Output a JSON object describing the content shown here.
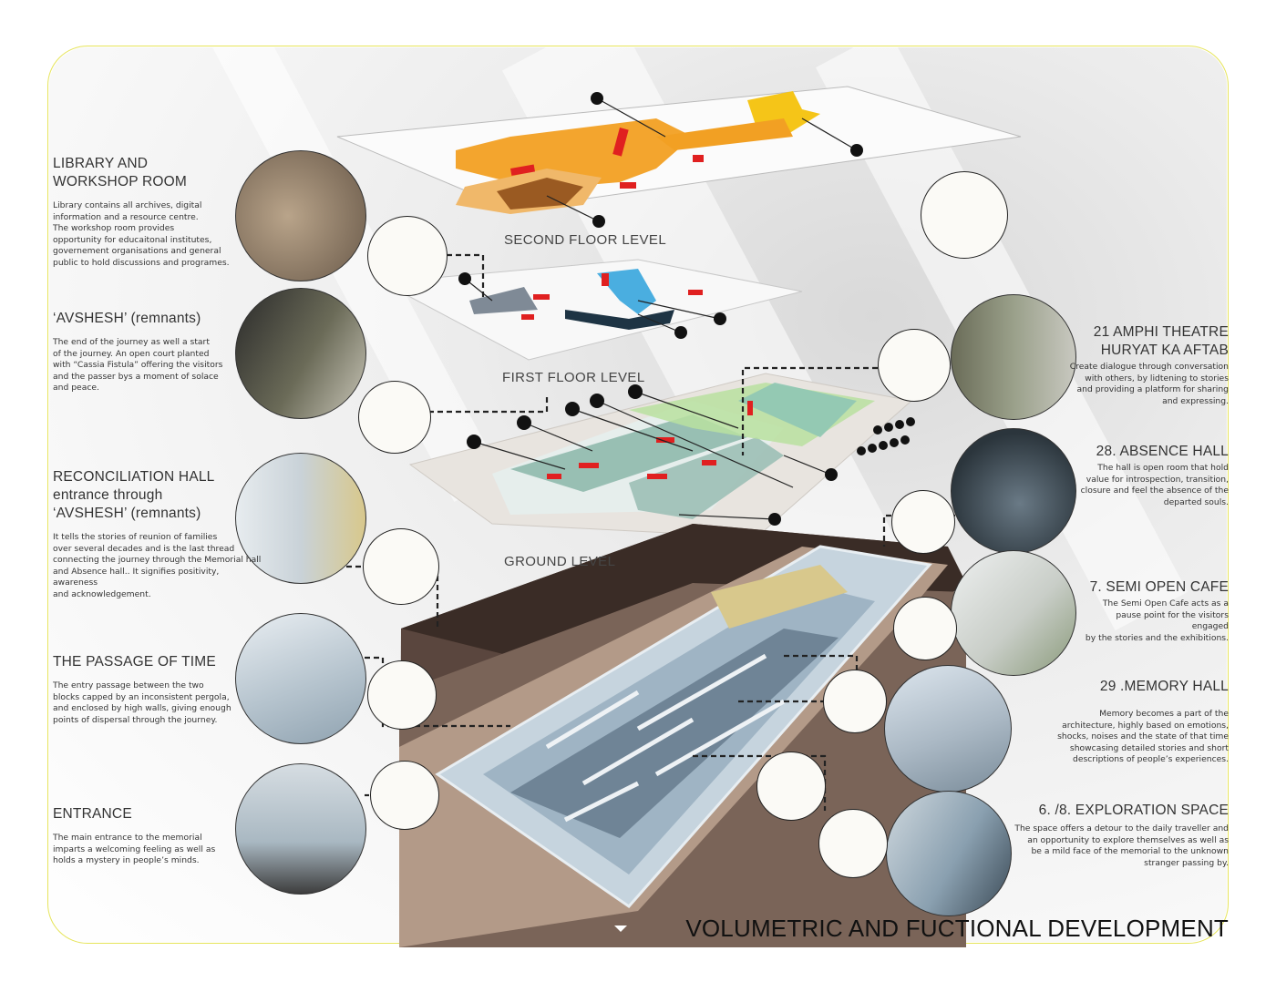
{
  "title": "VOLUMETRIC AND FUCTIONAL DEVELOPMENT",
  "levels": {
    "second": "SECOND FLOOR LEVEL",
    "first": "FIRST FLOOR LEVEL",
    "ground": "GROUND LEVEL"
  },
  "left_sections": [
    {
      "title": "LIBRARY AND\nWORKSHOP ROOM",
      "body": "Library contains all archives, digital\ninformation and a resource centre.\nThe workshop room provides\nopportunity for educaitonal institutes,\ngovernement organisations and general\npublic to hold discussions and programes."
    },
    {
      "title": "‘AVSHESH’ (remnants)",
      "body": "The end of the journey as well a start\nof the journey. An open court planted\nwith “Cassia Fistula” offering the visitors\nand the passer bys a moment of solace\nand peace."
    },
    {
      "title": "RECONCILIATION HALL\nentrance through\n‘AVSHESH’ (remnants)",
      "body": "It tells the stories of reunion of families\nover several decades and is the last thread\nconnecting the journey through the Memorial hall\nand Absence hall.. It signifies positivity, awareness\nand acknowledgement."
    },
    {
      "title": "THE PASSAGE OF TIME",
      "body": "The entry passage between the two\nblocks capped by an inconsistent pergola,\nand enclosed by high walls, giving enough\npoints of dispersal through the journey."
    },
    {
      "title": "ENTRANCE",
      "body": "The main entrance to the memorial\nimparts a welcoming feeling as well as\nholds a mystery in people’s minds."
    }
  ],
  "right_sections": [
    {
      "title": "21 AMPHI THEATRE\nHURYAT KA AFTAB",
      "body": "Create dialogue through conversation\nwith others, by lidtening to stories\nand providing a platform for sharing\nand expressing."
    },
    {
      "title": "28. ABSENCE HALL",
      "body": "The hall is open room that hold\nvalue for introspection, transition,\nclosure and feel the absence of the\ndeparted souls."
    },
    {
      "title": "7. SEMI OPEN CAFE",
      "body": "The Semi Open Cafe acts as a\npause point for the visitors engaged\nby the stories and the exhibitions."
    },
    {
      "title": "29 .MEMORY HALL",
      "body": "Memory becomes a part of the\narchitecture, highly based on emotions,\nshocks, noises and the state of that time\nshowcasing detailed stories and short\ndescriptions of people’s experiences."
    },
    {
      "title": "6. /8. EXPLORATION SPACE",
      "body": "The space offers a detour to the daily traveller and\nan opportunity to explore themselves as well as\nbe a mild face of the memorial to the unknown\nstranger passing by."
    }
  ],
  "colors": {
    "frame": "#e6e45a",
    "accent_red": "#e02020",
    "orange": "#f2a023",
    "light_blue": "#4aaee0",
    "teal_ground": "#8fb9ad",
    "green": "#b9e0a0",
    "massing_brown": "#5a463e"
  }
}
